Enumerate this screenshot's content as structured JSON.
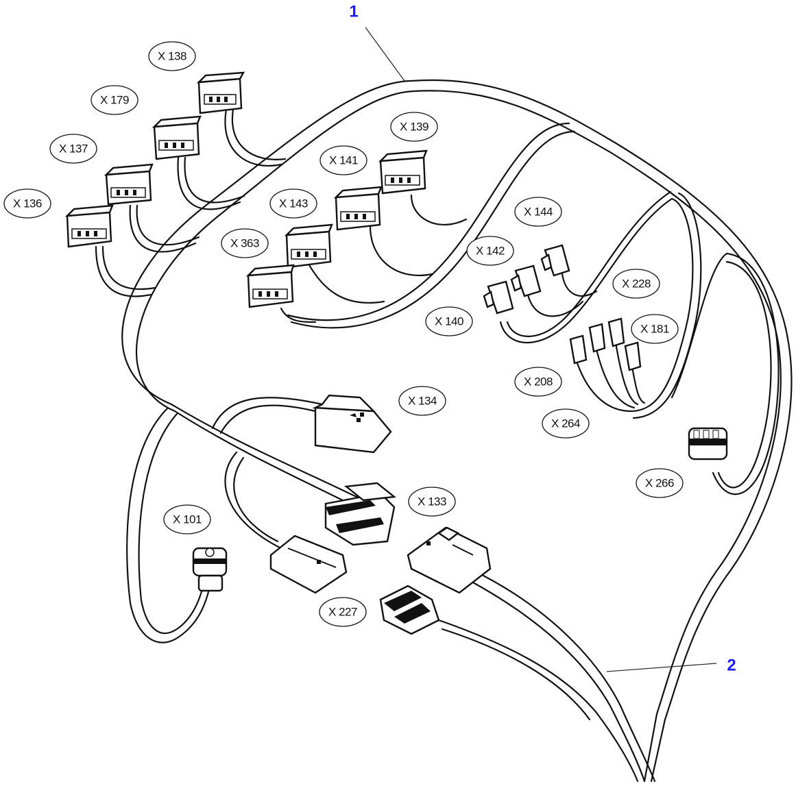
{
  "diagram": {
    "callouts": [
      {
        "id": "callout-1",
        "text": "1"
      },
      {
        "id": "callout-2",
        "text": "2"
      }
    ],
    "connectors": [
      {
        "id": "x138",
        "label": "X 138"
      },
      {
        "id": "x179",
        "label": "X 179"
      },
      {
        "id": "x137",
        "label": "X 137"
      },
      {
        "id": "x136",
        "label": "X 136"
      },
      {
        "id": "x139",
        "label": "X 139"
      },
      {
        "id": "x141",
        "label": "X 141"
      },
      {
        "id": "x143",
        "label": "X 143"
      },
      {
        "id": "x363",
        "label": "X 363"
      },
      {
        "id": "x144",
        "label": "X 144"
      },
      {
        "id": "x142",
        "label": "X 142"
      },
      {
        "id": "x228",
        "label": "X 228"
      },
      {
        "id": "x140",
        "label": "X 140"
      },
      {
        "id": "x181",
        "label": "X 181"
      },
      {
        "id": "x208",
        "label": "X 208"
      },
      {
        "id": "x264",
        "label": "X 264"
      },
      {
        "id": "x134",
        "label": "X 134"
      },
      {
        "id": "x266",
        "label": "X 266"
      },
      {
        "id": "x133",
        "label": "X 133"
      },
      {
        "id": "x101",
        "label": "X 101"
      },
      {
        "id": "x227",
        "label": "X 227"
      }
    ]
  },
  "colors": {
    "callout": "#1a1aff",
    "line": "#111111"
  }
}
